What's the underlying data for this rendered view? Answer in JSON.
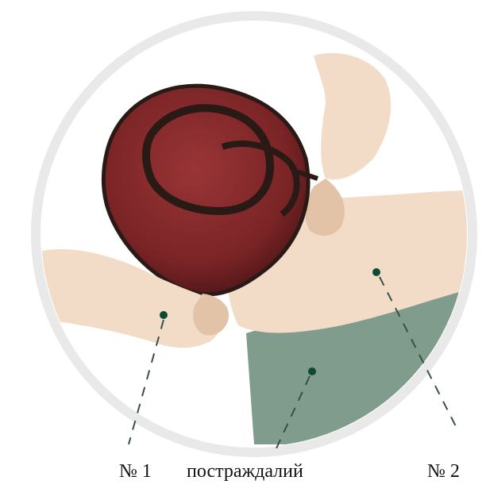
{
  "labels": {
    "rescuer_1": "№ 1",
    "victim": "постраждалий",
    "rescuer_2": "№ 2"
  },
  "colors": {
    "ring": "#e9e9e9",
    "skin": "#f2dcc8",
    "skin_shadow": "#e3c3a8",
    "hair": "#f3d08f",
    "mask": "#7a2426",
    "mask_dark": "#4a1416",
    "strap": "#2a1a16",
    "shirt": "#7f9c8c",
    "marker": "#0d4a34",
    "leader": "#3a5046"
  }
}
